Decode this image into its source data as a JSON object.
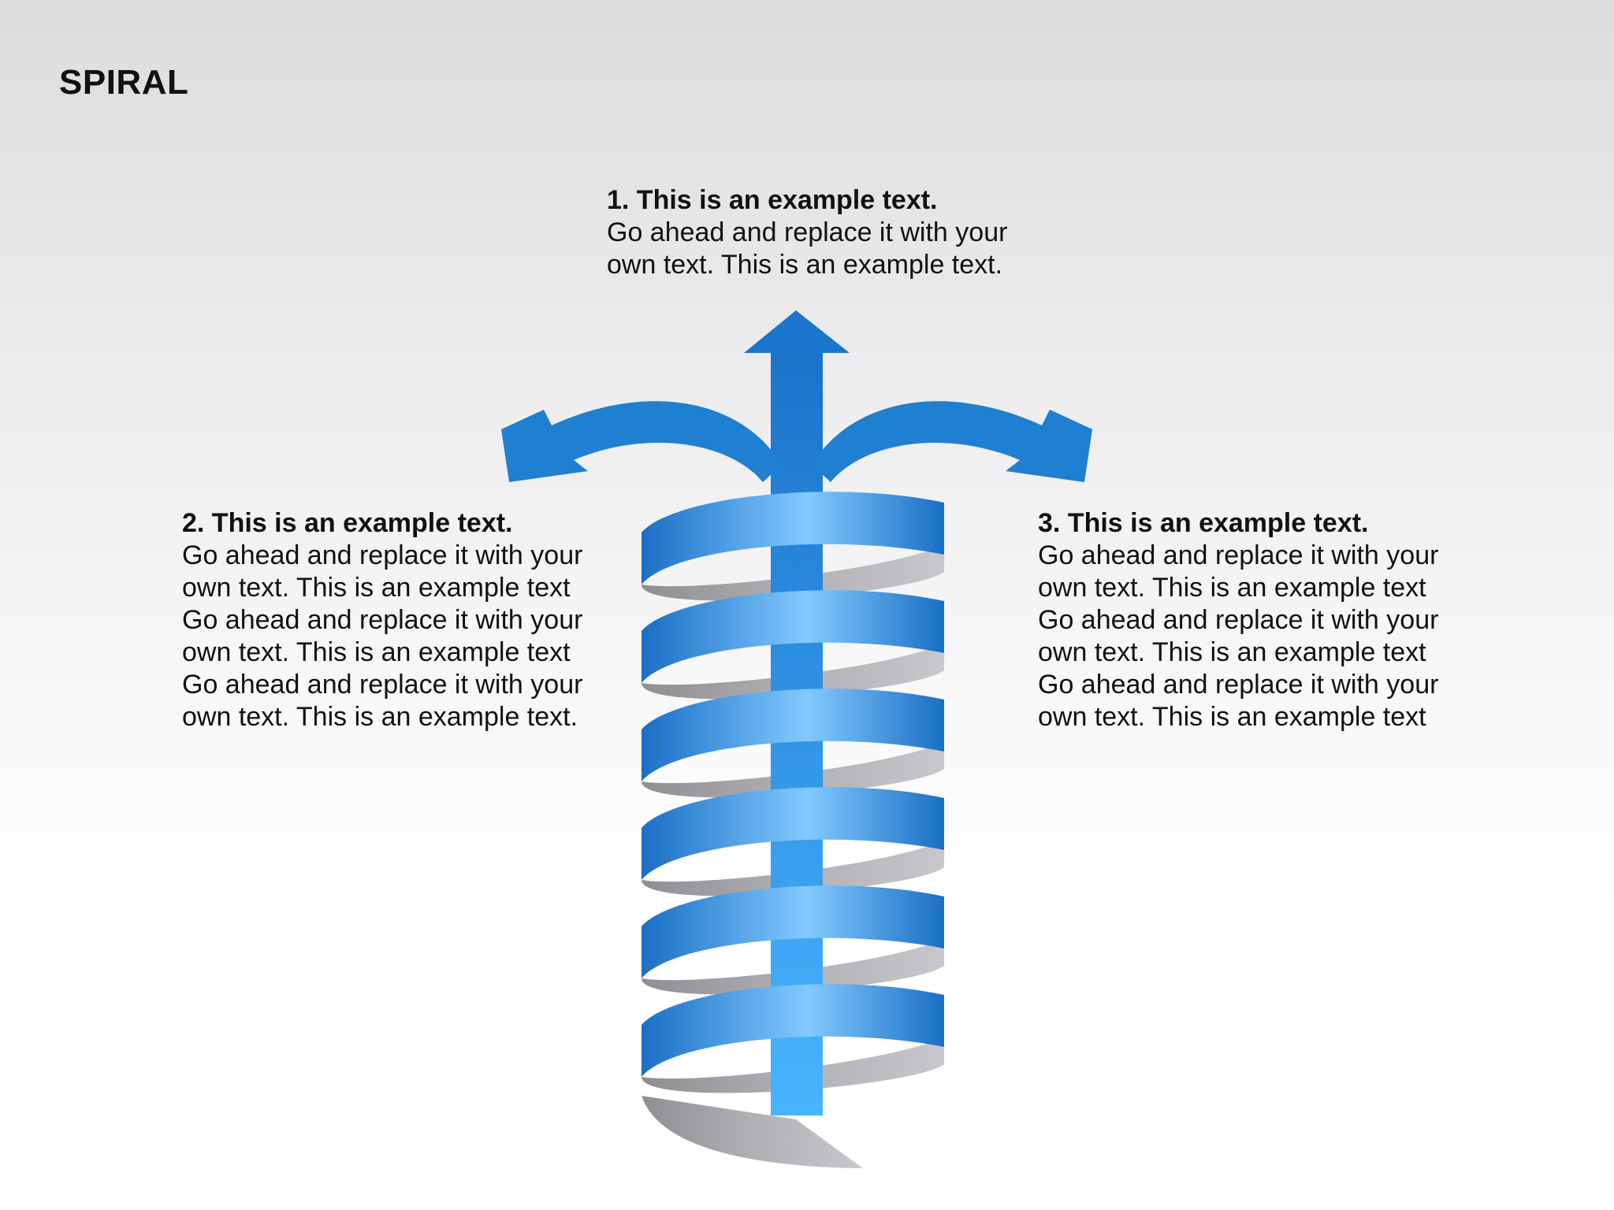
{
  "title": "SPIRAL",
  "items": [
    {
      "heading": "1. This is an example text.",
      "body": "Go ahead and replace it with your own text. This is an example text."
    },
    {
      "heading": "2. This is an example text.",
      "body": "Go ahead and replace it with your own text. This is an example text Go ahead and replace it with your own text. This is an example text Go ahead and replace it with your own text. This is an example text."
    },
    {
      "heading": "3. This is an example text.",
      "body": "Go ahead and replace it with your own text. This is an example text Go ahead and replace it with your own text. This is an example text Go ahead and replace it with your own text. This is an example text"
    }
  ],
  "colors": {
    "ribbon_dark": "#1a73c6",
    "ribbon_light": "#7fc6ff",
    "arrow": "#1f7fd0",
    "shadow": "#a4a4a8"
  },
  "spiral_turns": 6
}
